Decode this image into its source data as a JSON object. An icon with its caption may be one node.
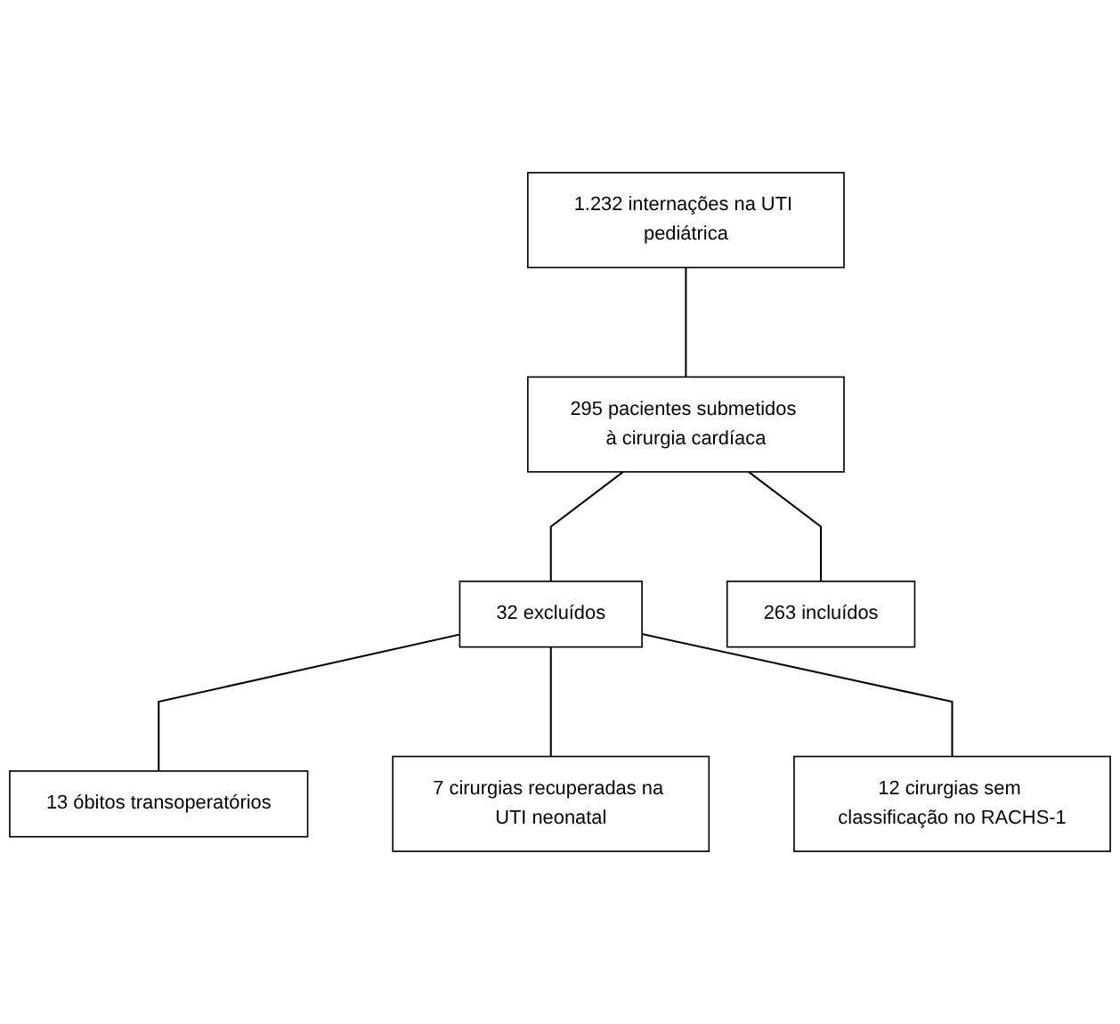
{
  "diagram": {
    "nodes": [
      {
        "text": [
          "1.232 internações na UTI pediátrica"
        ]
      },
      {
        "text": [
          "295 pacientes submetidos à cirurgia cardíaca"
        ]
      },
      {
        "text": [
          "32 excluídos"
        ]
      },
      {
        "text": [
          "263 incluídos"
        ]
      },
      {
        "text": [
          "13 óbitos transoperatórios"
        ]
      },
      {
        "text": [
          "7 cirurgias recuperadas na UTI neonatal"
        ]
      },
      {
        "text": [
          "12 cirurgias sem classificação no RACHS-1"
        ]
      }
    ],
    "edges": [
      {
        "from": 0,
        "to": 1,
        "arrow": "none"
      },
      {
        "from": 1,
        "to": 2,
        "arrow": "none"
      },
      {
        "from": 1,
        "to": 3,
        "arrow": "none"
      },
      {
        "from": 2,
        "to": 4,
        "arrow": "none"
      },
      {
        "from": 2,
        "to": 5,
        "arrow": "none"
      },
      {
        "from": 2,
        "to": 6,
        "arrow": "none"
      }
    ]
  }
}
